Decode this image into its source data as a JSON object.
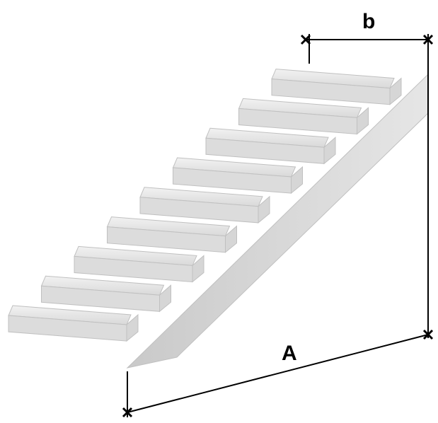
{
  "figure": {
    "step_count": 9,
    "labels": {
      "width_label": "b",
      "length_label": "A"
    },
    "colors": {
      "tread_top": "#e8e8e8",
      "tread_front": "#dcdcdc",
      "riser": "#cfcfcf",
      "side_face": "#d6d6d6",
      "edge": "#c0c0c0",
      "dimension_line": "#000000",
      "background": "#ffffff"
    }
  }
}
